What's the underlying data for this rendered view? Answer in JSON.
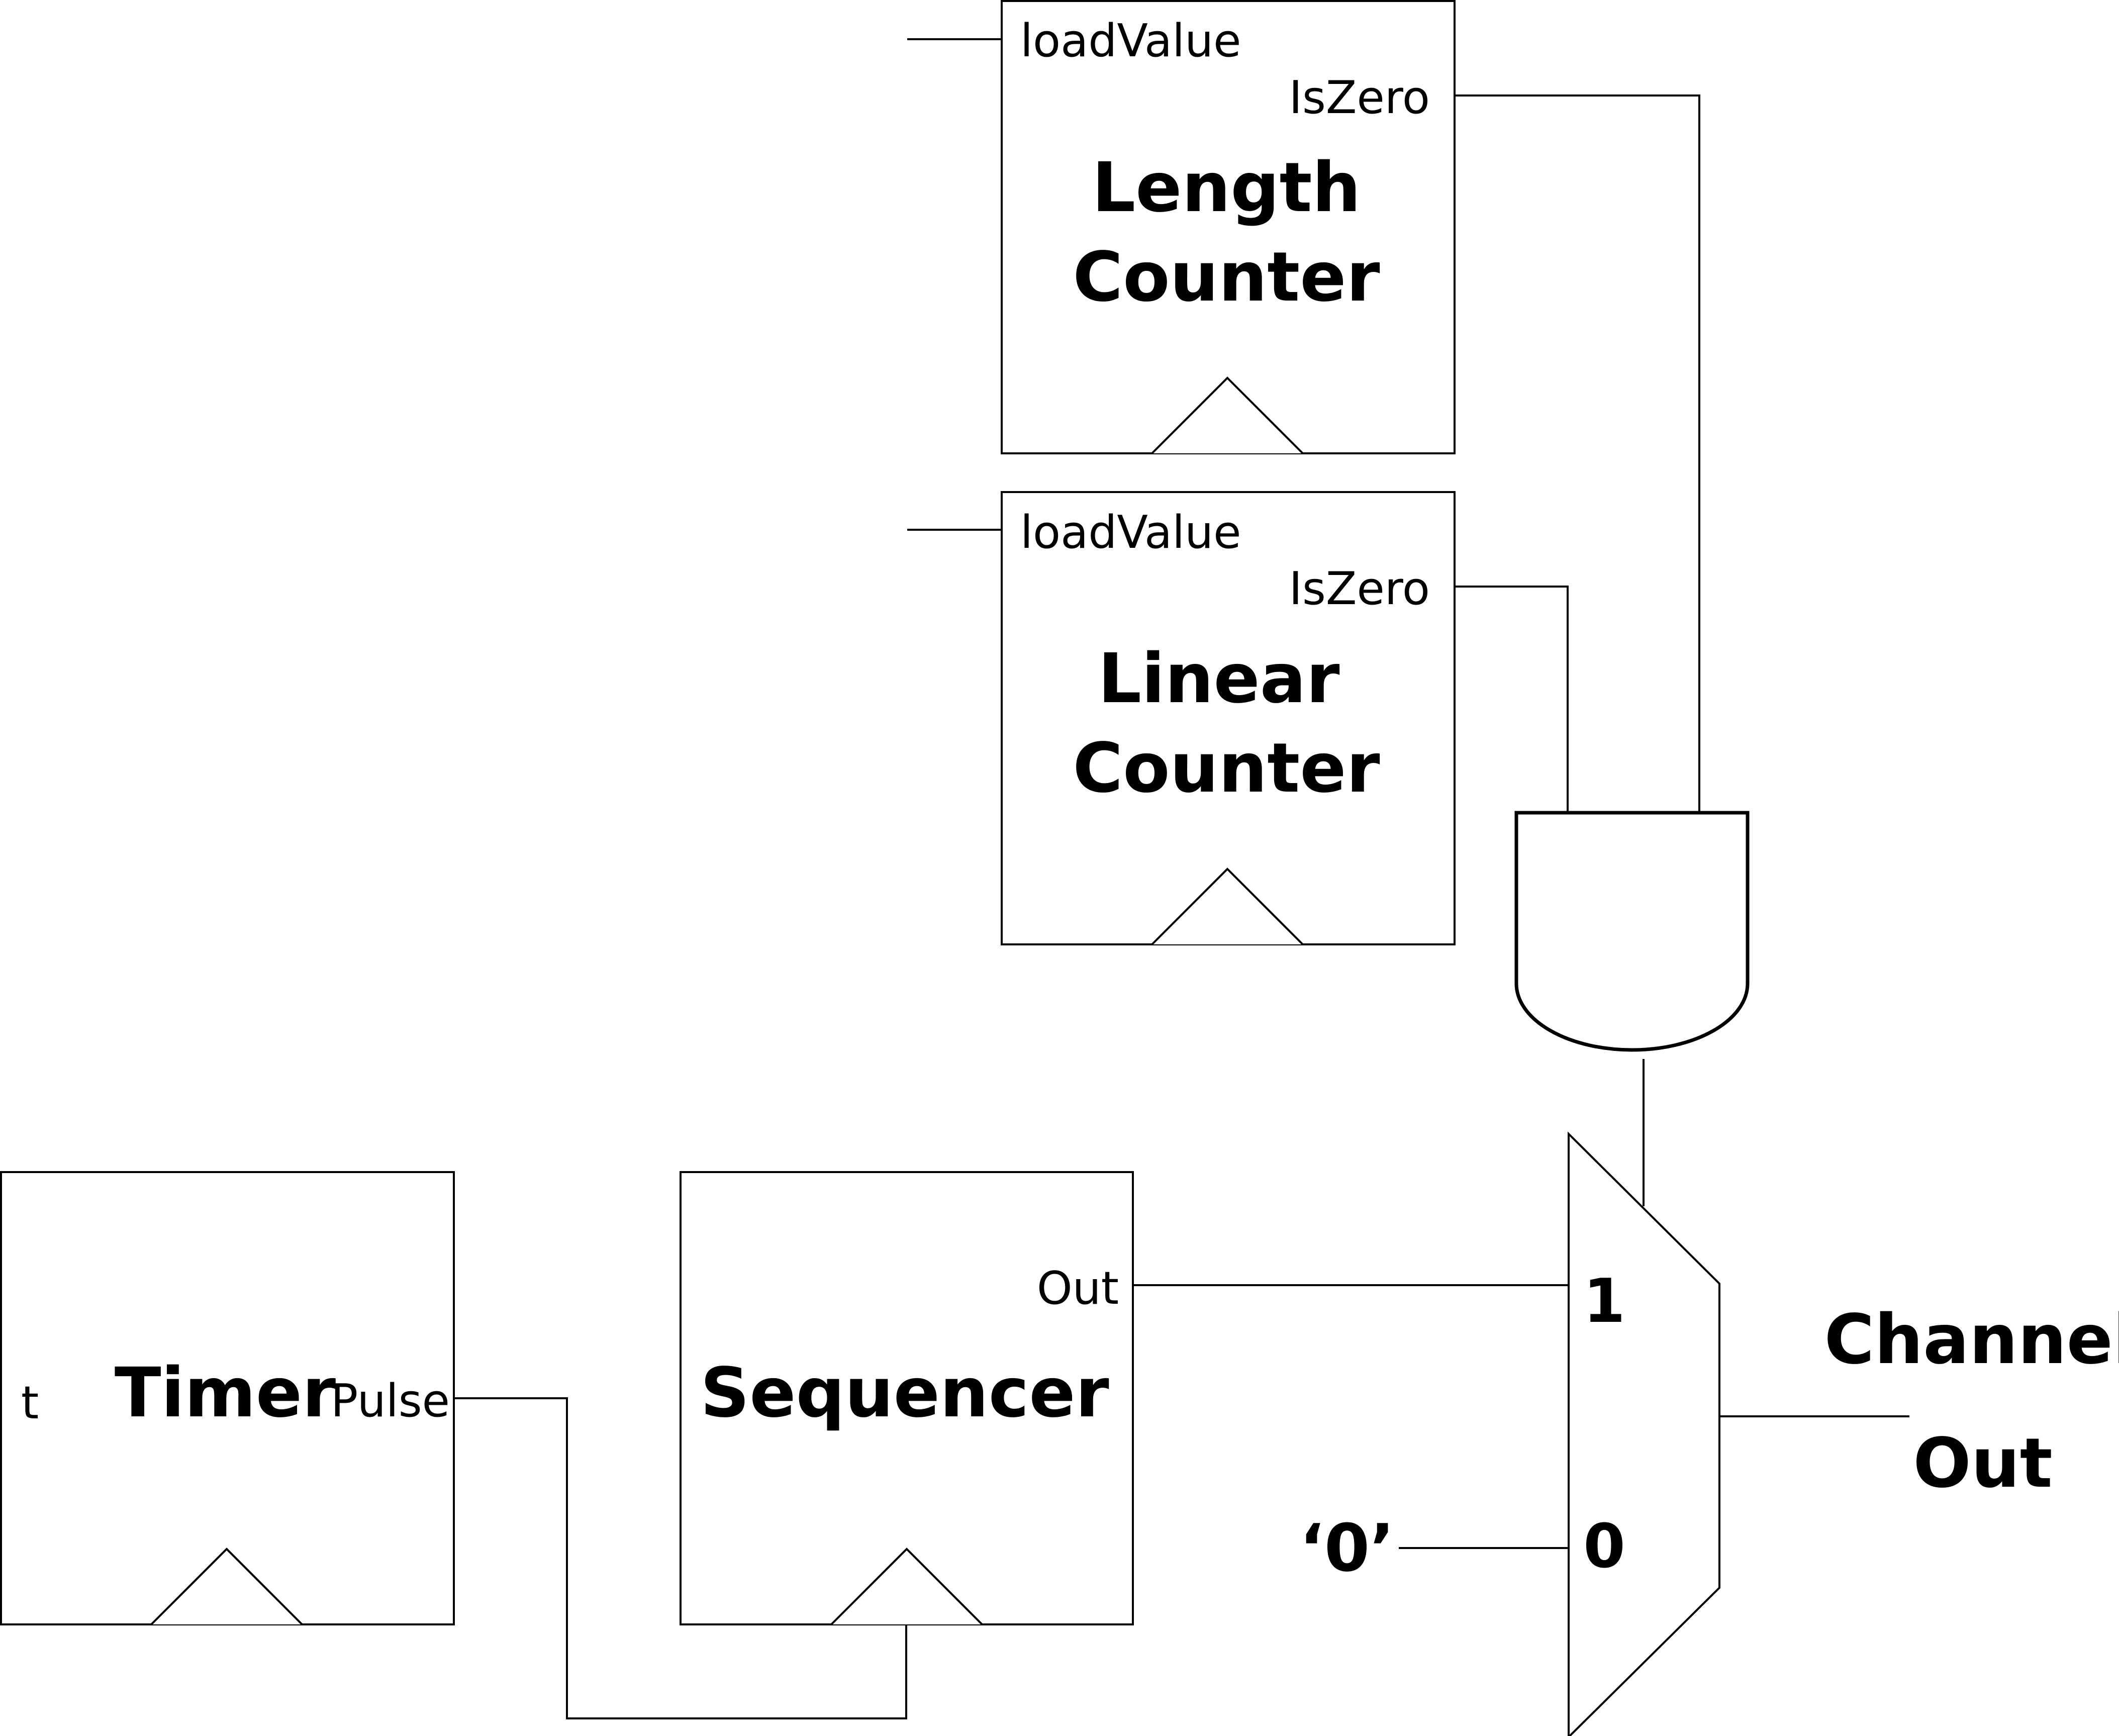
{
  "blocks": {
    "length_counter": {
      "title_line1": "Length",
      "title_line2": "Counter",
      "port_in": "loadValue",
      "port_out": "IsZero"
    },
    "linear_counter": {
      "title_line1": "Linear",
      "title_line2": "Counter",
      "port_in": "loadValue",
      "port_out": "IsZero"
    },
    "timer": {
      "title": "Timer",
      "port_in": "t",
      "port_out": "Pulse"
    },
    "sequencer": {
      "title": "Sequencer",
      "port_out": "Out"
    }
  },
  "mux": {
    "input_1": "1",
    "input_0": "0"
  },
  "constant_input": "‘0’",
  "output": {
    "line1": "Channel",
    "line2": "Out"
  }
}
